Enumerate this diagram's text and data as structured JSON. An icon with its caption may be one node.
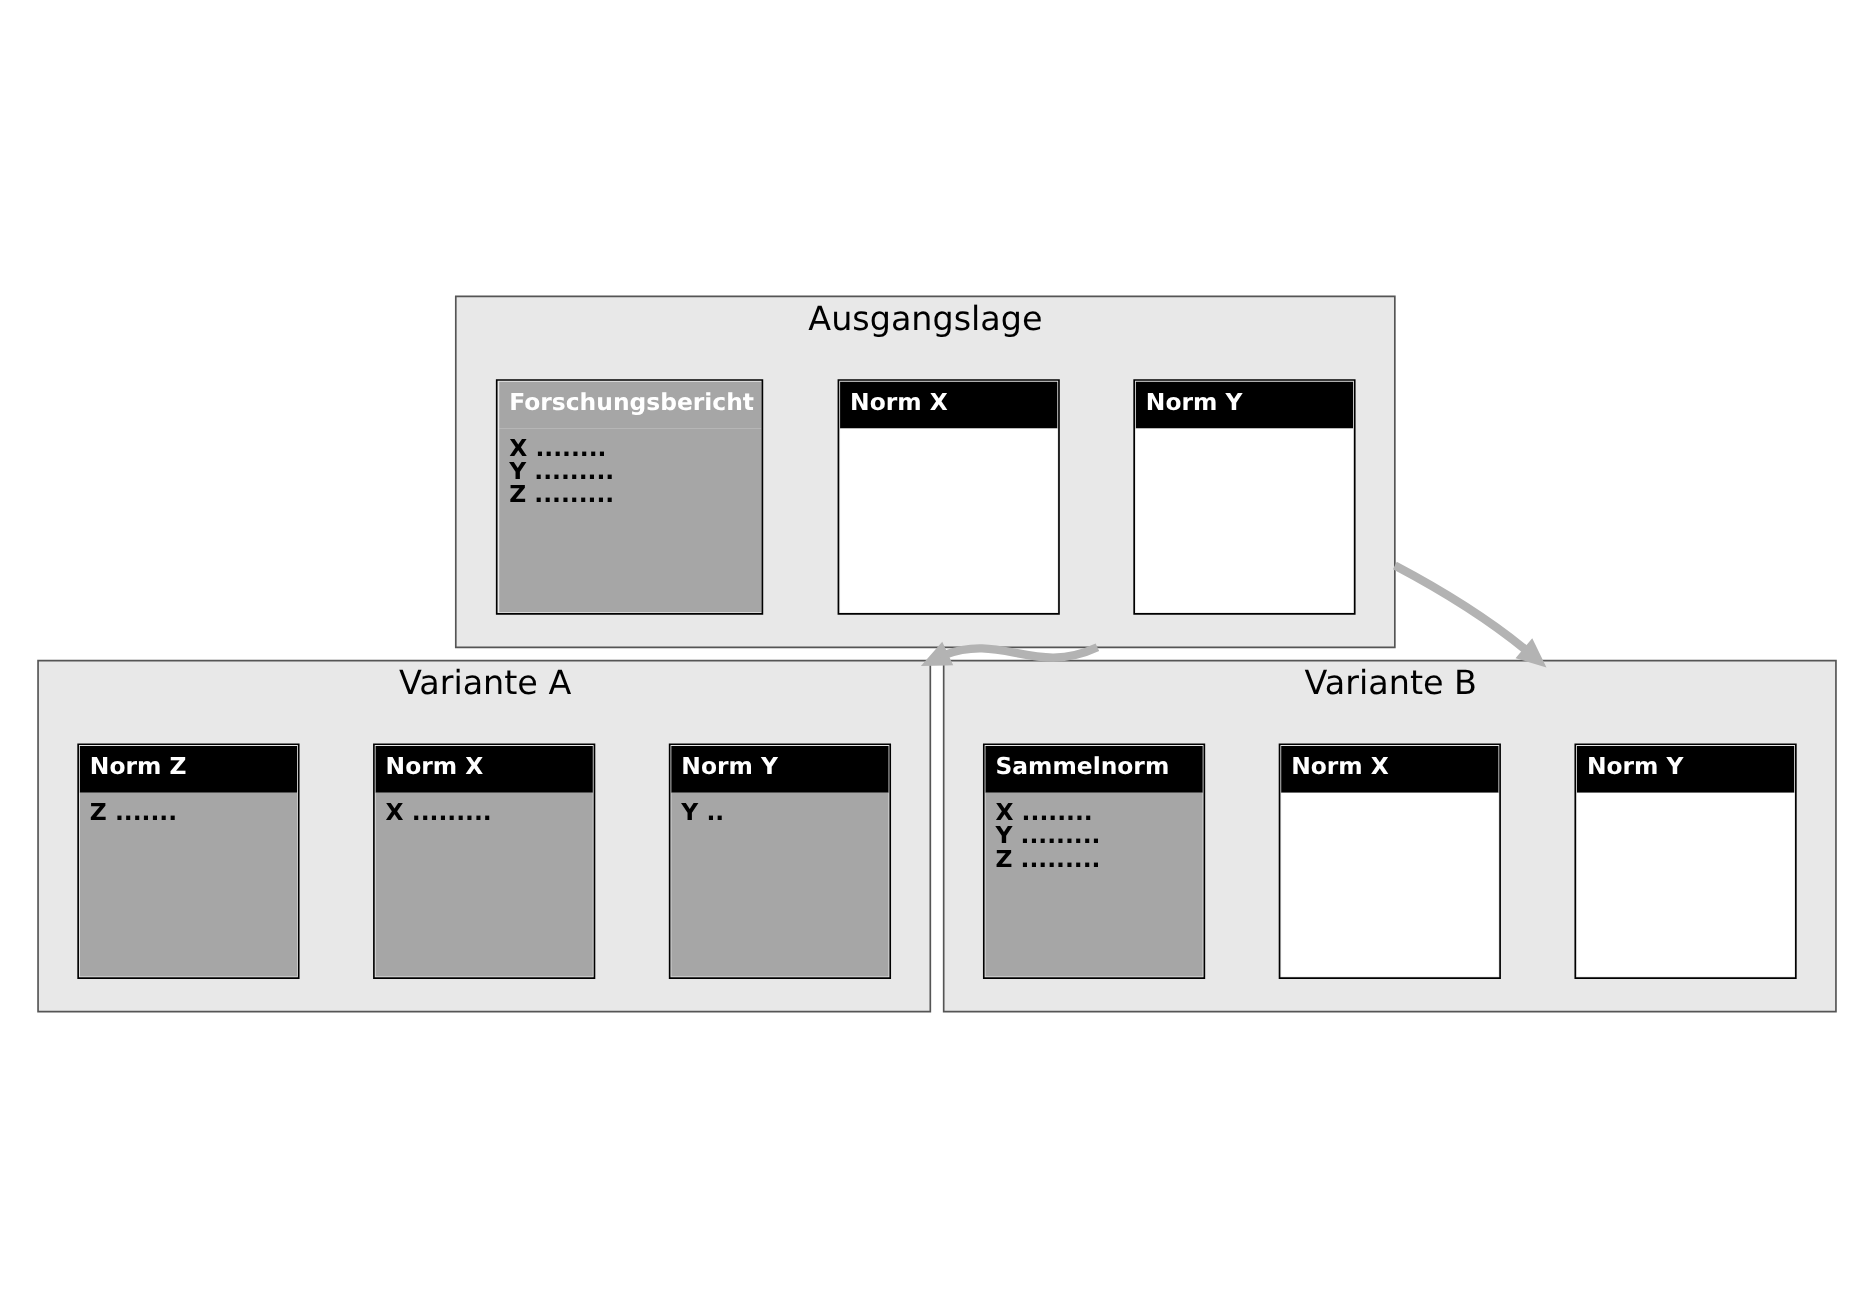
{
  "diagram": {
    "nodes": [
      {
        "text": [
          "Ausgangslage"
        ]
      },
      {
        "text": [
          "Norm Y"
        ],
        "in": 0
      },
      {
        "text": [
          "Norm X"
        ],
        "in": 0
      },
      {
        "text": [
          "Forschungsbericht",
          "X ........",
          "Y .........",
          "Z ........."
        ],
        "in": 0
      },
      {
        "text": [
          "Variante A"
        ]
      },
      {
        "text": [
          "Norm Y",
          "Y .."
        ],
        "in": 4
      },
      {
        "text": [
          "Norm X",
          "X ........."
        ],
        "in": 4
      },
      {
        "text": [
          "Norm Z",
          "Z ......."
        ],
        "in": 4
      },
      {
        "text": [
          "Variante B"
        ]
      },
      {
        "text": [
          "Norm Y"
        ],
        "in": 8
      },
      {
        "text": [
          "Norm X"
        ],
        "in": 8
      },
      {
        "text": [
          "Sammelnorm",
          "X ........",
          "Y .........",
          "Z ........."
        ],
        "in": 8
      }
    ],
    "edges": [
      {
        "from": 0,
        "to": 4,
        "arrow": "to",
        "color": "#b3b3b3"
      },
      {
        "from": 0,
        "to": 8,
        "arrow": "to",
        "color": "#b3b3b3"
      }
    ]
  }
}
